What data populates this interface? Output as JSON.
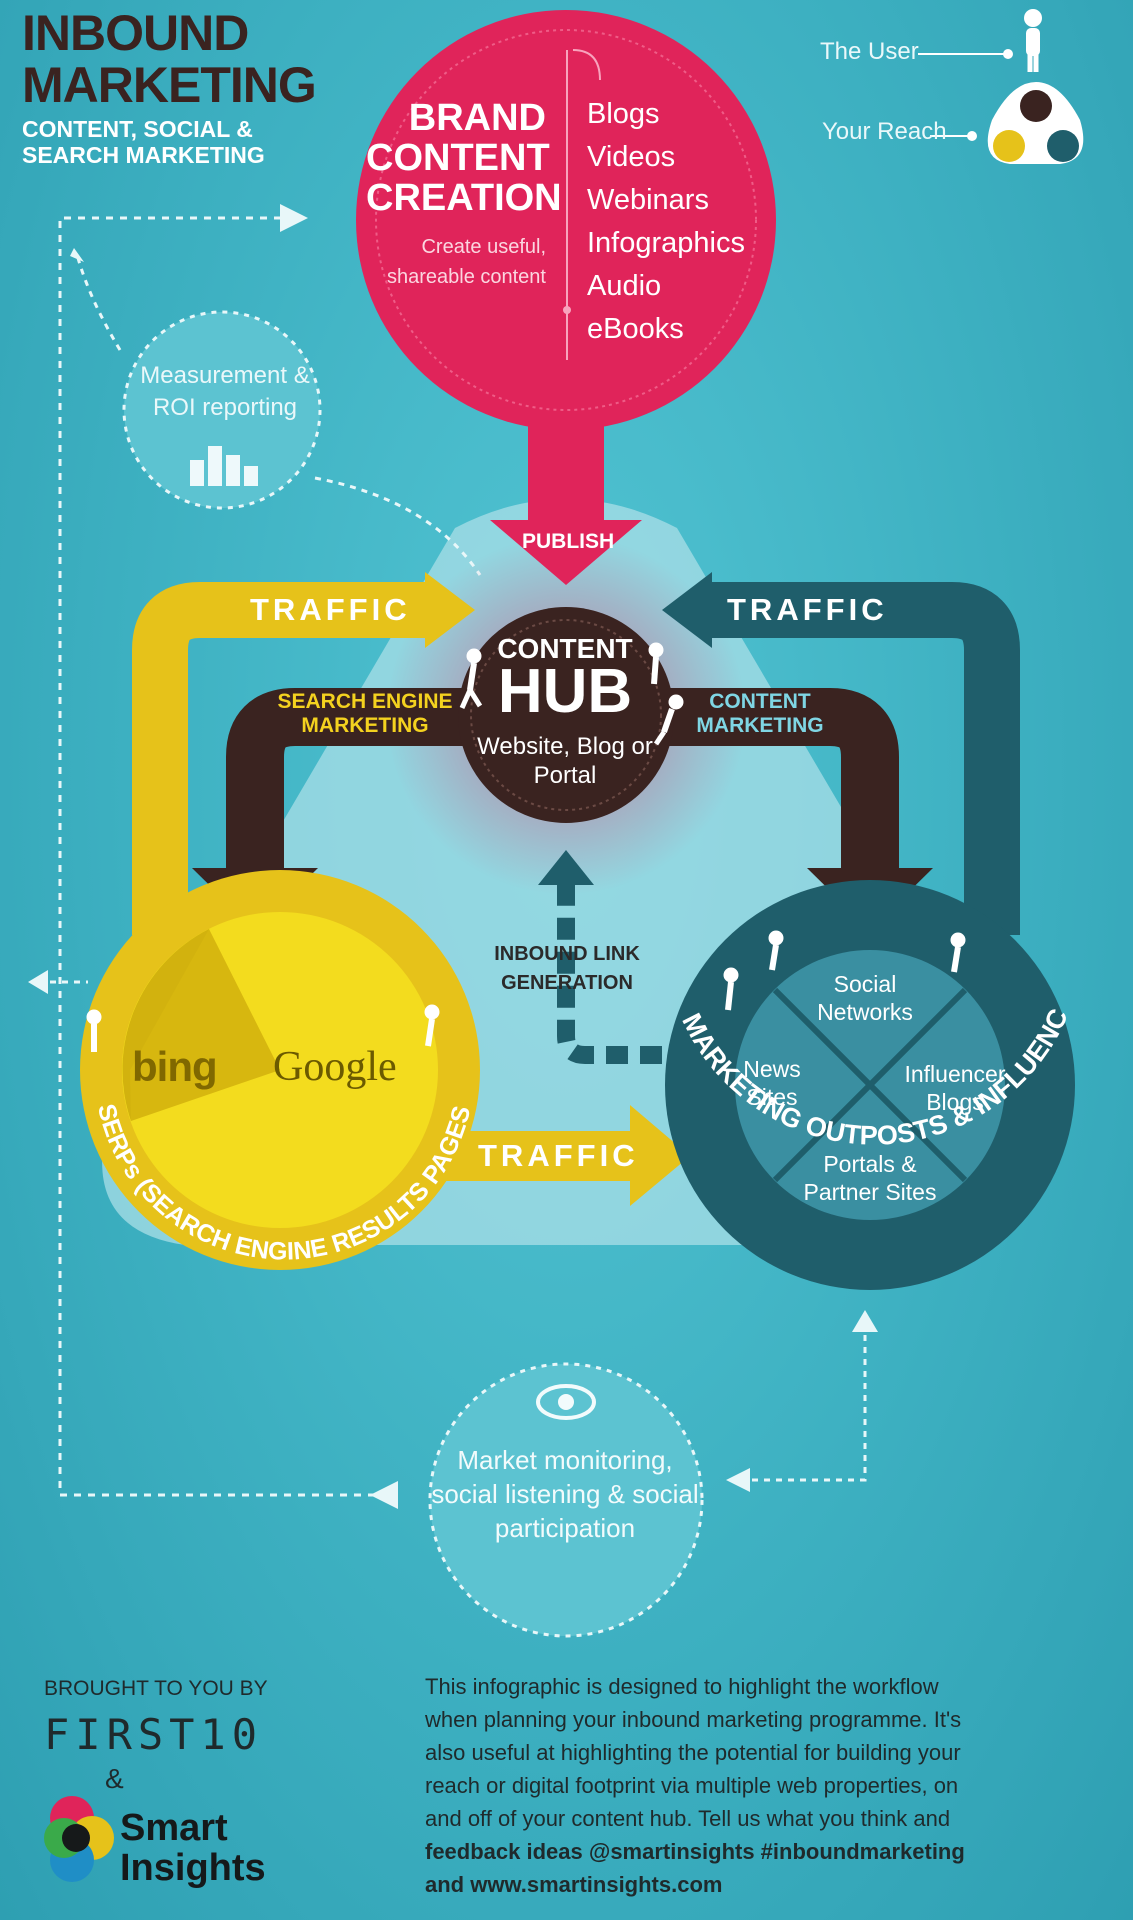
{
  "title": {
    "line1": "INBOUND",
    "line2": "MARKETING",
    "sub1": "CONTENT, SOCIAL &",
    "sub2": "SEARCH MARKETING"
  },
  "legend": {
    "user": "The User",
    "reach": "Your Reach"
  },
  "brand": {
    "title": "BRAND CONTENT CREATION",
    "subtitle": "Create useful, shareable content",
    "channels": [
      "Blogs",
      "Videos",
      "Webinars",
      "Infographics",
      "Audio",
      "eBooks"
    ]
  },
  "publish": "PUBLISH",
  "traffic": {
    "left": "TRAFFIC",
    "right": "TRAFFIC",
    "bottom": "TRAFFIC"
  },
  "hub": {
    "pre": "CONTENT",
    "main": "HUB",
    "sub": "Website, Blog or Portal"
  },
  "sem": "SEARCH ENGINE MARKETING",
  "content_marketing": "CONTENT MARKETING",
  "inbound_link": "INBOUND LINK GENERATION",
  "serps": {
    "bing": "bing",
    "google": "Google",
    "arc_label": "SERPs (SEARCH ENGINE RESULTS PAGES)"
  },
  "outposts": {
    "arc_label": "MARKETING OUTPOSTS & INFLUENCER WEBSITES",
    "segments": [
      "Social Networks",
      "News Sites",
      "Influencer Blogs",
      "Portals & Partner Sites"
    ]
  },
  "measurement": "Measurement & ROI reporting",
  "monitoring": "Market monitoring, social listening & social participation",
  "footer": {
    "brought": "BROUGHT TO YOU BY",
    "first10": "FIRST10",
    "amp": "&",
    "smart": "Smart",
    "insights": "Insights",
    "description_lines": [
      "This infographic is designed to highlight the workflow",
      "when planning your inbound marketing programme. It's",
      "also useful at highlighting the potential for building your",
      "reach or digital footprint via multiple web properties, on",
      "and off of your content hub. Tell us what you think and",
      "feedback ideas @smartinsights #inboundmarketing",
      "and www.smartinsights.com"
    ]
  },
  "colors": {
    "background": "#3fb3c4",
    "magenta": "#e0245a",
    "yellow": "#e6c21a",
    "teal": "#1f5e6b",
    "brown": "#3a2320"
  }
}
